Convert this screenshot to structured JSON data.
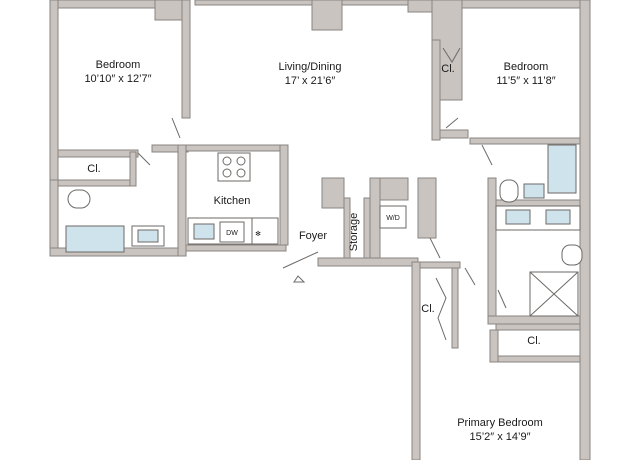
{
  "rooms": {
    "bedroom_left": {
      "name": "Bedroom",
      "dims": "10’10″ x 12’7″"
    },
    "living_dining": {
      "name": "Living/Dining",
      "dims": "17’ x 21’6″"
    },
    "bedroom_right": {
      "name": "Bedroom",
      "dims": "11’5″ x 11’8″"
    },
    "kitchen": {
      "name": "Kitchen"
    },
    "foyer": {
      "name": "Foyer"
    },
    "storage": {
      "name": "Storage"
    },
    "primary_bedroom": {
      "name": "Primary Bedroom",
      "dims": "15’2″ x 14’9″"
    }
  },
  "closets": {
    "left": "Cl.",
    "right_bedroom": "Cl.",
    "middle": "Cl.",
    "primary": "Cl."
  },
  "appliances": {
    "dishwasher": "DW",
    "washer_dryer": "W/D"
  },
  "colors": {
    "wall": "#c9c4c0",
    "water": "#cfe3ec"
  }
}
